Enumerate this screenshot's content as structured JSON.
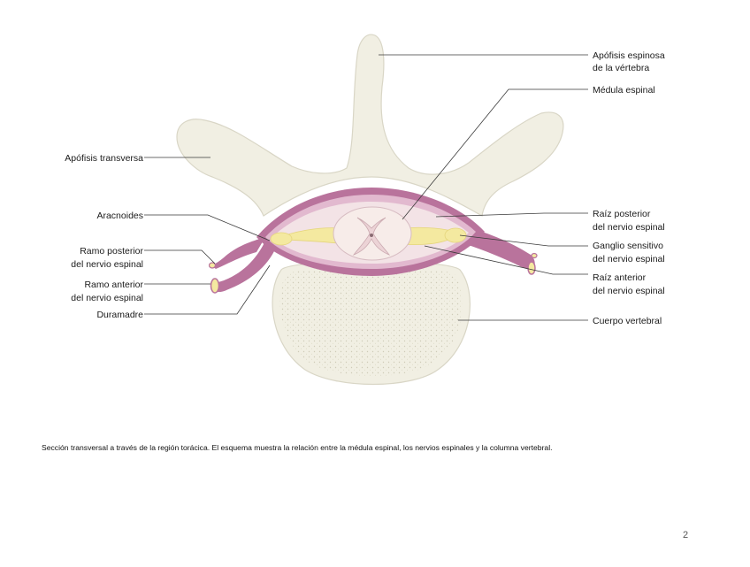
{
  "labels": {
    "apofisis_espinosa": [
      "Apófisis espinosa",
      "de la vértebra"
    ],
    "medula_espinal": [
      "Médula espinal"
    ],
    "apofisis_transversa": [
      "Apófisis transversa"
    ],
    "aracnoides": [
      "Aracnoides"
    ],
    "raiz_posterior": [
      "Raíz posterior",
      "del nervio espinal"
    ],
    "ganglio_sensitivo": [
      "Ganglio sensitivo",
      "del nervio espinal"
    ],
    "ramo_posterior": [
      "Ramo posterior",
      "del nervio espinal"
    ],
    "ramo_anterior": [
      "Ramo anterior",
      "del nervio espinal"
    ],
    "raiz_anterior": [
      "Raíz anterior",
      "del nervio espinal"
    ],
    "duramadre": [
      "Duramadre"
    ],
    "cuerpo_vertebral": [
      "Cuerpo vertebral"
    ]
  },
  "caption": "Sección transversal a través de la región torácica. El esquema muestra la relación entre la médula espinal, los nervios espinales y la columna vertebral.",
  "page_number": "2",
  "colors": {
    "bone": "#f1efe3",
    "bone_outline": "#d9d6c6",
    "dura": "#b9739c",
    "dura_light": "#e2b9cf",
    "root": "#f4e9a0",
    "cord": "#f7ece9"
  }
}
